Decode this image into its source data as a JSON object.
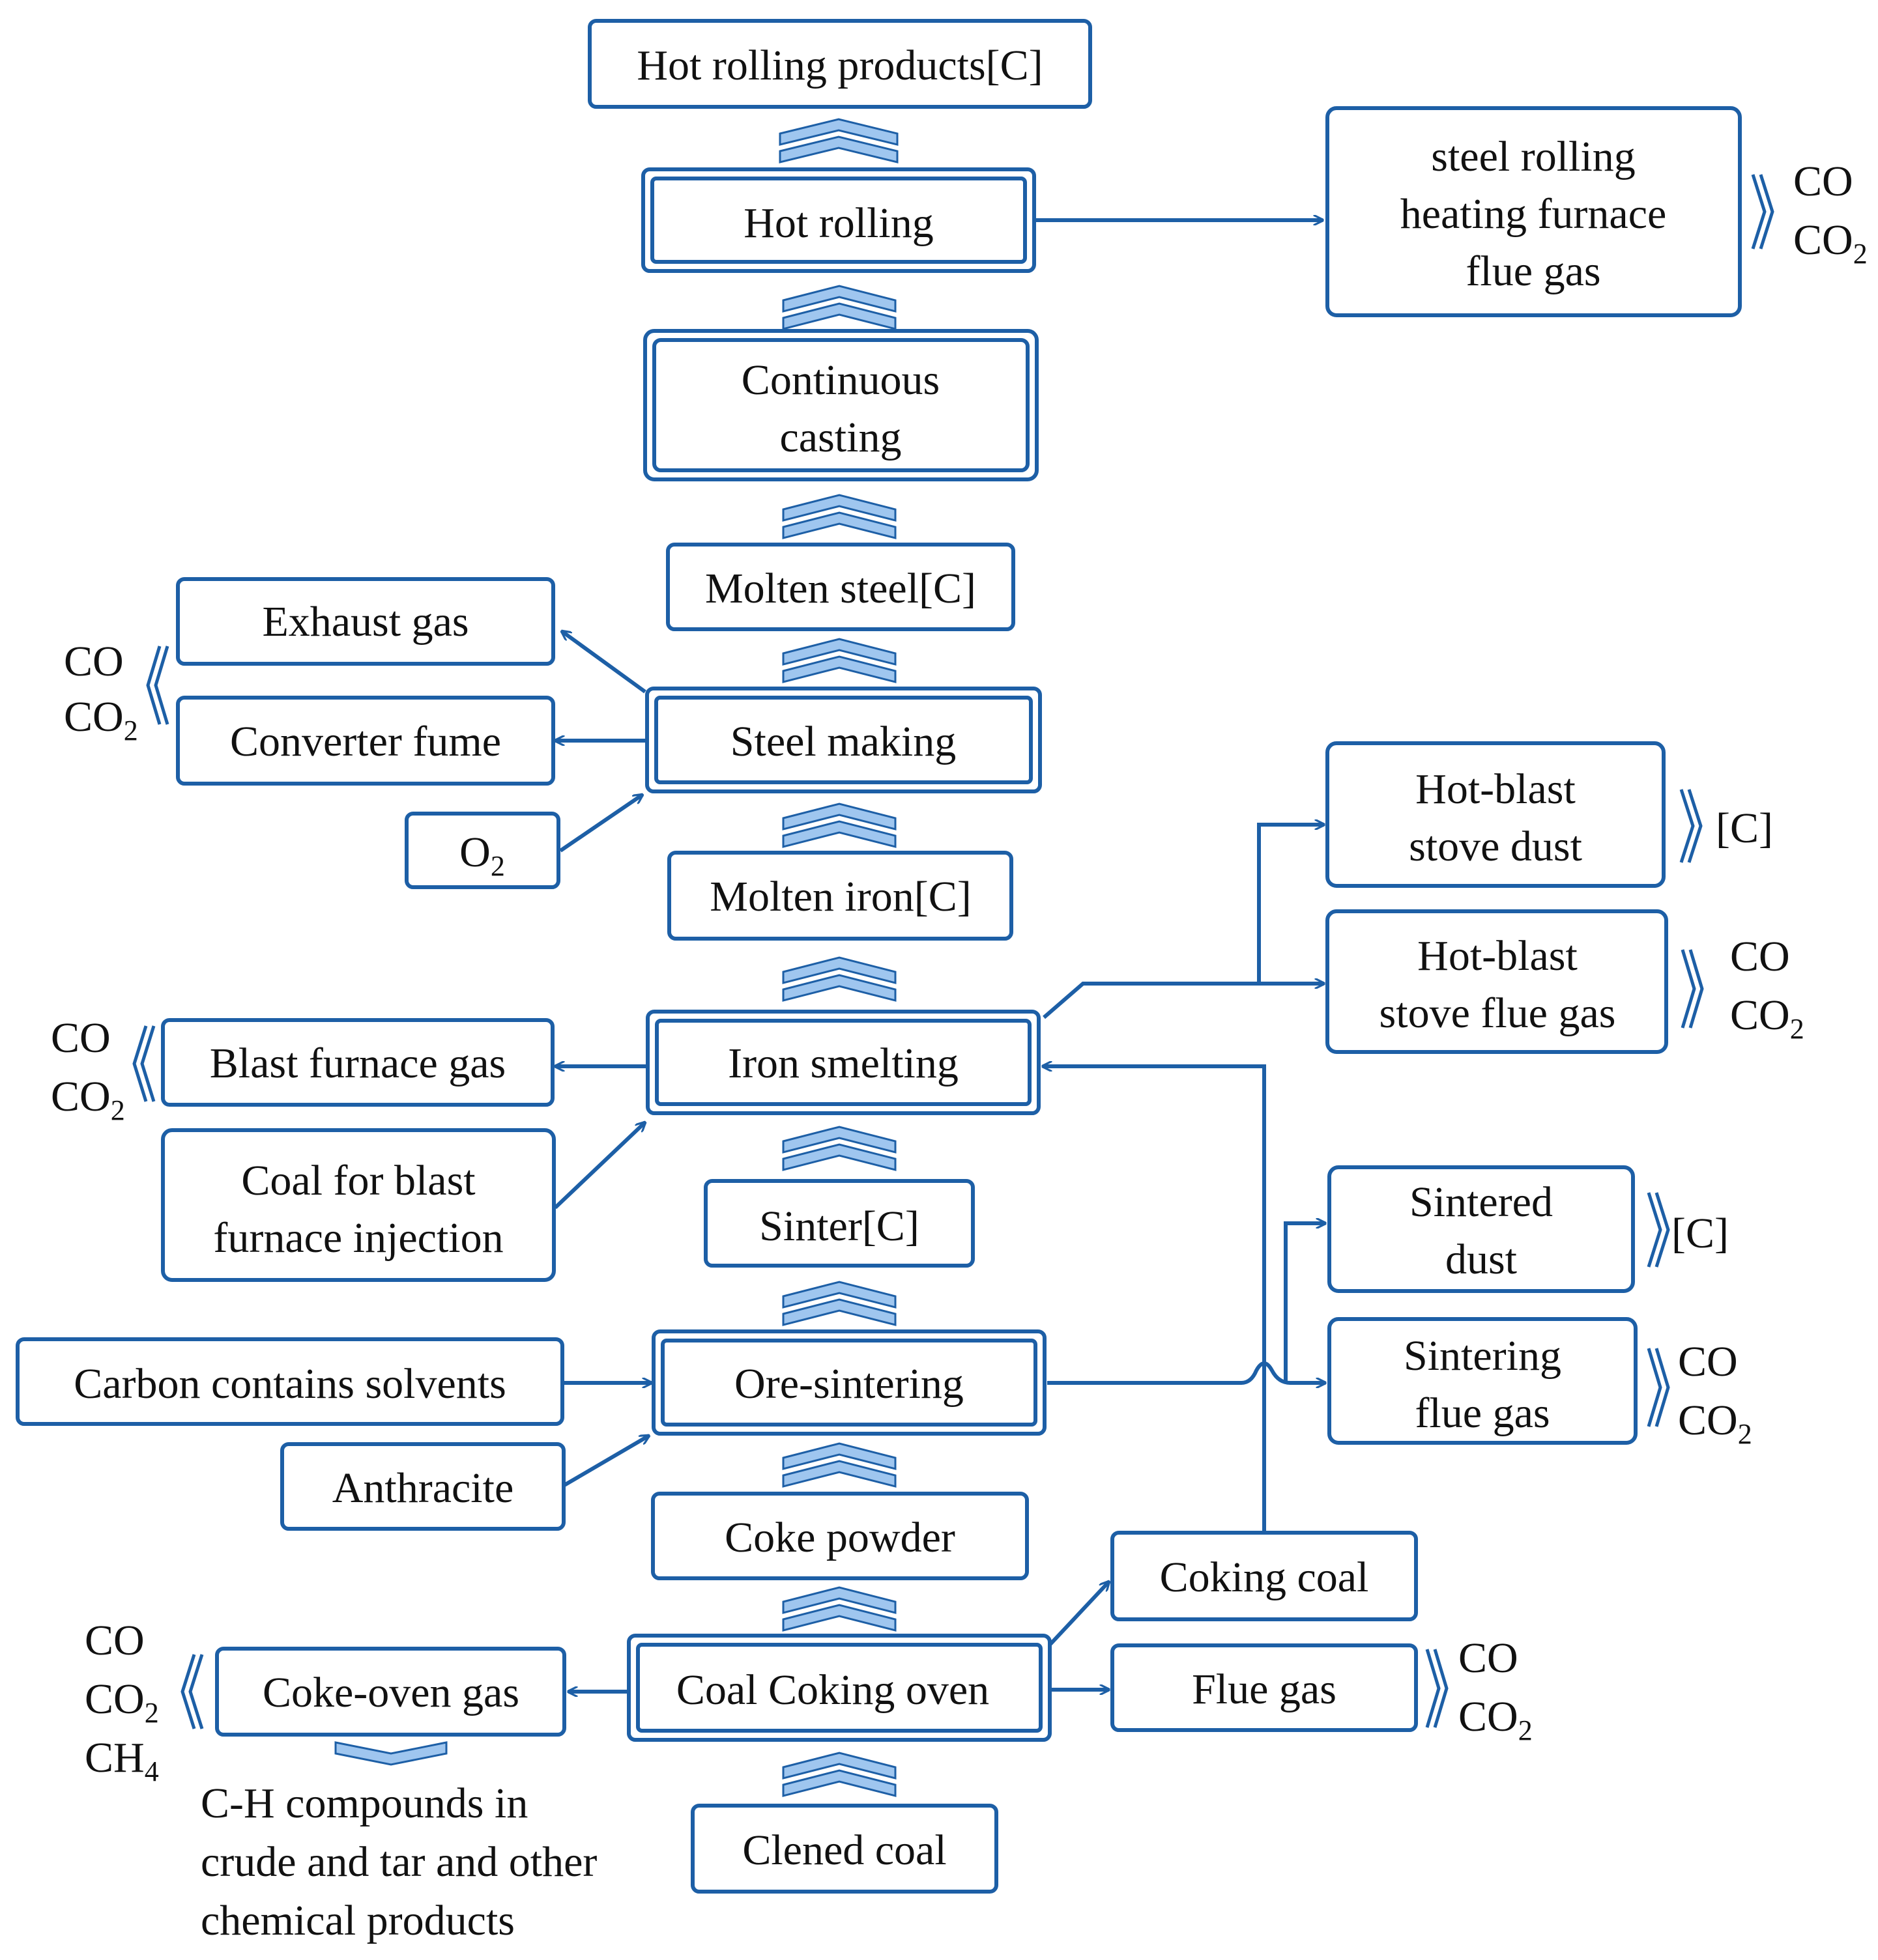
{
  "nodes": {
    "hot_rolling_products": "Hot rolling products[C]",
    "hot_rolling": "Hot rolling",
    "rolling_flue_gas": [
      "steel rolling",
      "heating furnace",
      "flue gas"
    ],
    "continuous_casting": [
      "Continuous",
      "casting"
    ],
    "molten_steel": "Molten steel[C]",
    "exhaust_gas": "Exhaust gas",
    "converter_fume": "Converter  fume",
    "steel_making": "Steel making",
    "o2": {
      "base": "O",
      "sub": "2"
    },
    "molten_iron": "Molten iron[C]",
    "hot_blast_dust": [
      "Hot-blast",
      "stove dust"
    ],
    "hot_blast_flue_gas": [
      "Hot-blast",
      "stove  flue gas"
    ],
    "blast_furnace_gas": "Blast furnace  gas",
    "iron_smelting": "Iron smelting",
    "coal_injection": [
      "Coal for blast",
      "furnace injection"
    ],
    "sinter": "Sinter[C]",
    "sintered_dust": [
      "Sintered",
      "dust"
    ],
    "sintering_flue_gas": [
      "Sintering",
      "flue gas"
    ],
    "carbon_solvents": "Carbon contains  solvents",
    "ore_sintering": "Ore-sintering",
    "anthracite": "Anthracite",
    "coke_powder": "Coke powder",
    "coking_coal": "Coking coal",
    "coke_oven_gas": "Coke-oven  gas",
    "coal_coking_oven": "Coal Coking oven",
    "flue_gas": "Flue gas",
    "clened_coal": "Clened  coal"
  },
  "gas_labels": {
    "co": "CO",
    "co2": {
      "base": "CO",
      "sub": "2"
    },
    "ch4": {
      "base": "CH",
      "sub": "4"
    },
    "carbon": "[C]"
  },
  "coke_oven_products": [
    "C-H compounds  in",
    "crude and tar and other",
    "chemical  products"
  ],
  "colors": {
    "stroke": "#1d5fa6",
    "chevron_fill": "#9fc6ef",
    "text": "#111111"
  }
}
